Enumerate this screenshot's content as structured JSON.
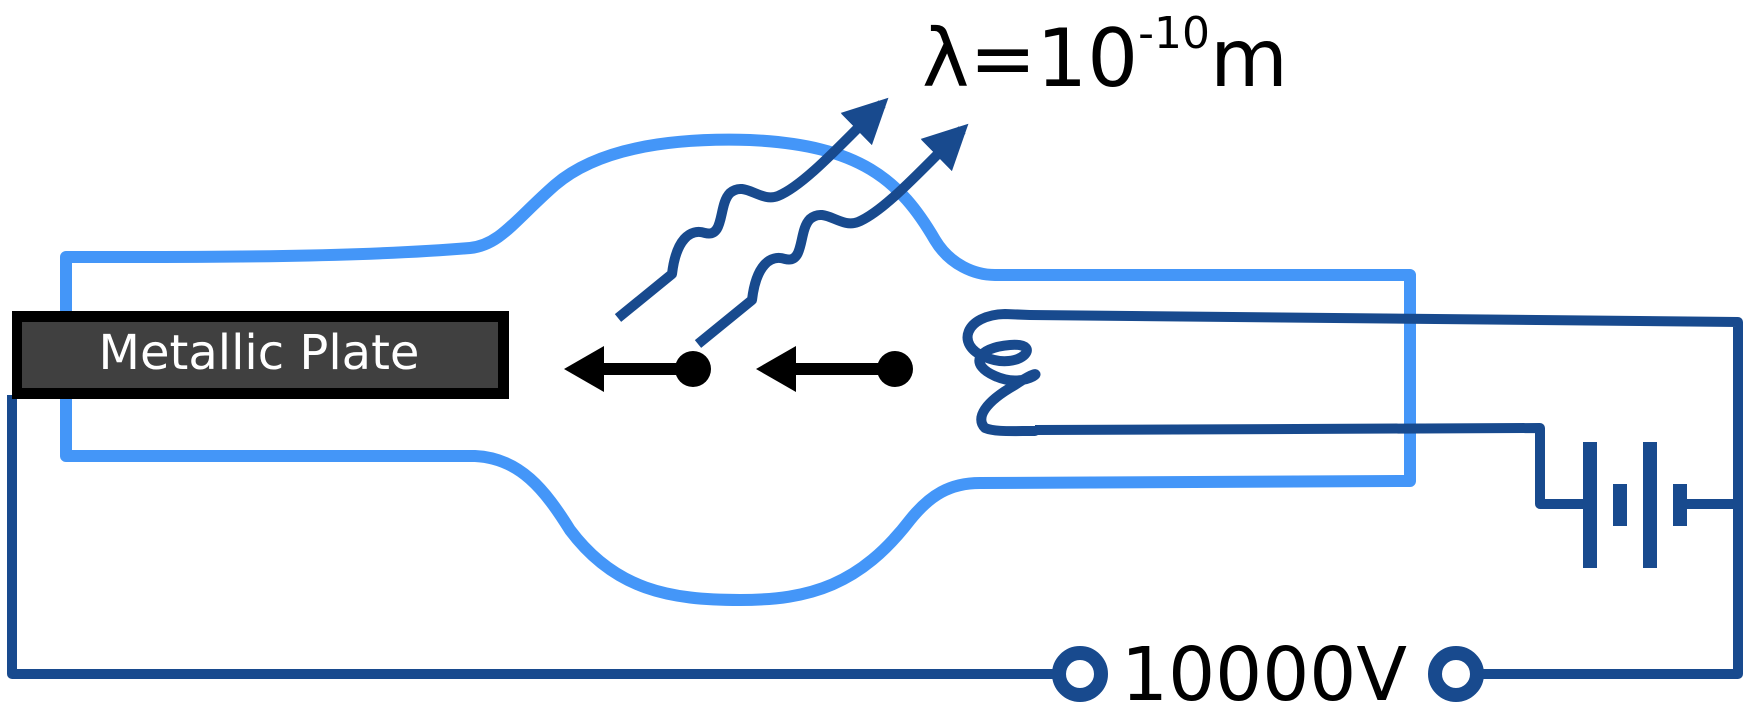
{
  "labels": {
    "plate": "Metallic Plate",
    "wavelength_symbol": "λ=10",
    "wavelength_exponent": "-10",
    "wavelength_unit": "m",
    "voltage": "10000V"
  },
  "colors": {
    "tube": "#4496f8",
    "circuit": "#184a8e",
    "plate_fill": "#404040",
    "plate_border": "#000000",
    "particle": "#000000",
    "background": "#ffffff"
  },
  "icons": {
    "cathode": "filament-coil-icon",
    "battery": "battery-icon",
    "terminals": "terminal-icon",
    "electrons": "electron-icon",
    "xrays": "wavy-arrow-icon"
  }
}
